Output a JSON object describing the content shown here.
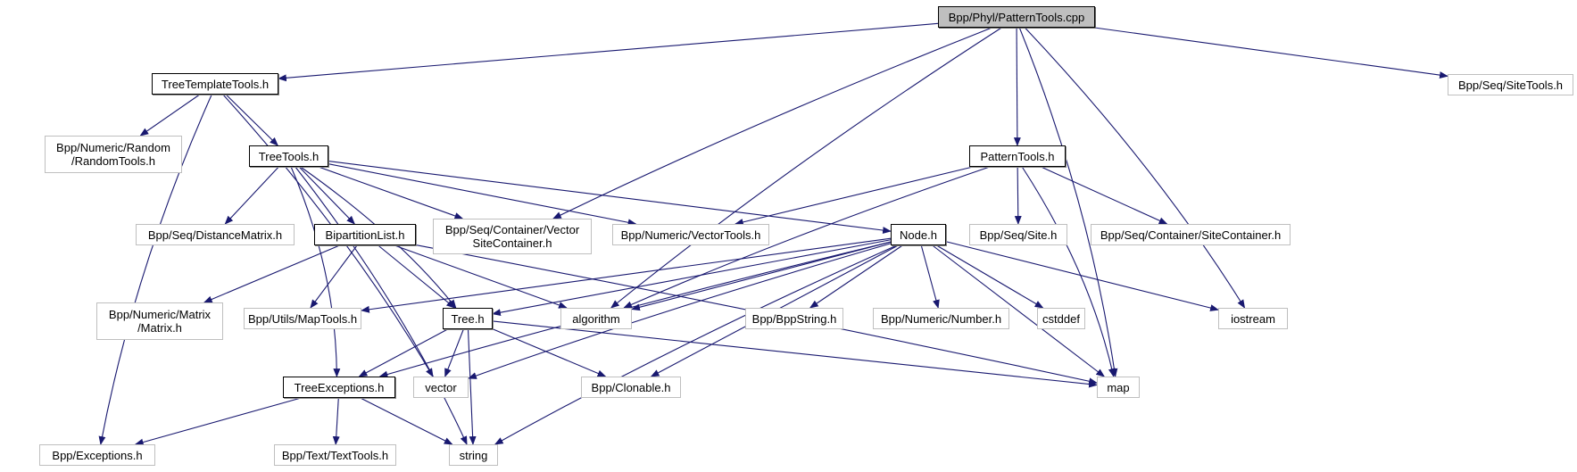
{
  "title": "Bpp/Phyl/PatternTools.cpp include dependency graph",
  "colors": {
    "edge": "#191970",
    "root_fill": "#bfbfbf",
    "doc_border": "#000000",
    "ext_border": "#bfbfbf"
  },
  "nodes": [
    {
      "id": "root",
      "label": "Bpp/Phyl/PatternTools.cpp",
      "kind": "root"
    },
    {
      "id": "treetemplatetools",
      "label": "TreeTemplateTools.h",
      "kind": "doc"
    },
    {
      "id": "sitetools",
      "label": "Bpp/Seq/SiteTools.h",
      "kind": "ext"
    },
    {
      "id": "randomtools",
      "label": "Bpp/Numeric/Random\n/RandomTools.h",
      "kind": "ext"
    },
    {
      "id": "treetools",
      "label": "TreeTools.h",
      "kind": "doc"
    },
    {
      "id": "patterntools",
      "label": "PatternTools.h",
      "kind": "doc"
    },
    {
      "id": "distancematrix",
      "label": "Bpp/Seq/DistanceMatrix.h",
      "kind": "ext"
    },
    {
      "id": "bipartitionlist",
      "label": "BipartitionList.h",
      "kind": "doc"
    },
    {
      "id": "vectorsitecontainer",
      "label": "Bpp/Seq/Container/Vector\nSiteContainer.h",
      "kind": "ext"
    },
    {
      "id": "vectortools",
      "label": "Bpp/Numeric/VectorTools.h",
      "kind": "ext"
    },
    {
      "id": "node",
      "label": "Node.h",
      "kind": "doc"
    },
    {
      "id": "site",
      "label": "Bpp/Seq/Site.h",
      "kind": "ext"
    },
    {
      "id": "sitecontainer",
      "label": "Bpp/Seq/Container/SiteContainer.h",
      "kind": "ext"
    },
    {
      "id": "matrix",
      "label": "Bpp/Numeric/Matrix\n/Matrix.h",
      "kind": "ext"
    },
    {
      "id": "maptools",
      "label": "Bpp/Utils/MapTools.h",
      "kind": "ext"
    },
    {
      "id": "tree",
      "label": "Tree.h",
      "kind": "doc"
    },
    {
      "id": "algorithm",
      "label": "algorithm",
      "kind": "ext"
    },
    {
      "id": "bppstring",
      "label": "Bpp/BppString.h",
      "kind": "ext"
    },
    {
      "id": "number",
      "label": "Bpp/Numeric/Number.h",
      "kind": "ext"
    },
    {
      "id": "cstddef",
      "label": "cstddef",
      "kind": "ext"
    },
    {
      "id": "iostream",
      "label": "iostream",
      "kind": "ext"
    },
    {
      "id": "treeexceptions",
      "label": "TreeExceptions.h",
      "kind": "doc"
    },
    {
      "id": "vector",
      "label": "vector",
      "kind": "ext"
    },
    {
      "id": "clonable",
      "label": "Bpp/Clonable.h",
      "kind": "ext"
    },
    {
      "id": "map",
      "label": "map",
      "kind": "ext"
    },
    {
      "id": "exceptions",
      "label": "Bpp/Exceptions.h",
      "kind": "ext"
    },
    {
      "id": "texttools",
      "label": "Bpp/Text/TextTools.h",
      "kind": "ext"
    },
    {
      "id": "string",
      "label": "string",
      "kind": "ext"
    }
  ],
  "edges": [
    [
      "root",
      "treetemplatetools"
    ],
    [
      "root",
      "vectorsitecontainer"
    ],
    [
      "root",
      "algorithm"
    ],
    [
      "root",
      "patterntools"
    ],
    [
      "root",
      "iostream"
    ],
    [
      "root",
      "map"
    ],
    [
      "root",
      "sitetools"
    ],
    [
      "treetemplatetools",
      "randomtools"
    ],
    [
      "treetemplatetools",
      "treetools"
    ],
    [
      "treetemplatetools",
      "vector"
    ],
    [
      "treetemplatetools",
      "exceptions"
    ],
    [
      "treetools",
      "distancematrix"
    ],
    [
      "treetools",
      "bipartitionlist"
    ],
    [
      "treetools",
      "vectorsitecontainer"
    ],
    [
      "treetools",
      "vectortools"
    ],
    [
      "treetools",
      "node"
    ],
    [
      "treetools",
      "tree"
    ],
    [
      "treetools",
      "treeexceptions"
    ],
    [
      "treetools",
      "string"
    ],
    [
      "patterntools",
      "vectortools"
    ],
    [
      "patterntools",
      "site"
    ],
    [
      "patterntools",
      "sitecontainer"
    ],
    [
      "patterntools",
      "algorithm"
    ],
    [
      "patterntools",
      "map"
    ],
    [
      "bipartitionlist",
      "matrix"
    ],
    [
      "bipartitionlist",
      "maptools"
    ],
    [
      "bipartitionlist",
      "tree"
    ],
    [
      "bipartitionlist",
      "algorithm"
    ],
    [
      "bipartitionlist",
      "map"
    ],
    [
      "node",
      "tree"
    ],
    [
      "node",
      "maptools"
    ],
    [
      "node",
      "algorithm"
    ],
    [
      "node",
      "bppstring"
    ],
    [
      "node",
      "number"
    ],
    [
      "node",
      "cstddef"
    ],
    [
      "node",
      "iostream"
    ],
    [
      "node",
      "map"
    ],
    [
      "node",
      "clonable"
    ],
    [
      "node",
      "vector"
    ],
    [
      "node",
      "treeexceptions"
    ],
    [
      "node",
      "string"
    ],
    [
      "tree",
      "treeexceptions"
    ],
    [
      "tree",
      "vector"
    ],
    [
      "tree",
      "string"
    ],
    [
      "tree",
      "clonable"
    ],
    [
      "tree",
      "map"
    ],
    [
      "treeexceptions",
      "exceptions"
    ],
    [
      "treeexceptions",
      "texttools"
    ],
    [
      "treeexceptions",
      "string"
    ]
  ]
}
